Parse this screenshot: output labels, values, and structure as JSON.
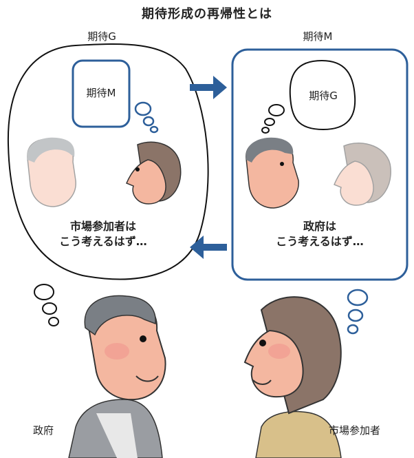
{
  "title": "期待形成の再帰性とは",
  "left_panel": {
    "label": "期待G",
    "inner_label": "期待M",
    "caption_line1": "市場参加者は",
    "caption_line2": "こう考えるはず…"
  },
  "right_panel": {
    "label": "期待M",
    "inner_label": "期待G",
    "caption_line1": "政府は",
    "caption_line2": "こう考えるはず…"
  },
  "bottom": {
    "left_label": "政府",
    "right_label": "市場参加者"
  },
  "colors": {
    "accent_blue": "#2d5f9a",
    "skin": "#f4b7a0",
    "hair_gray": "#7a7f85",
    "hair_brown": "#8b7468",
    "shirt": "#d8c08a"
  }
}
